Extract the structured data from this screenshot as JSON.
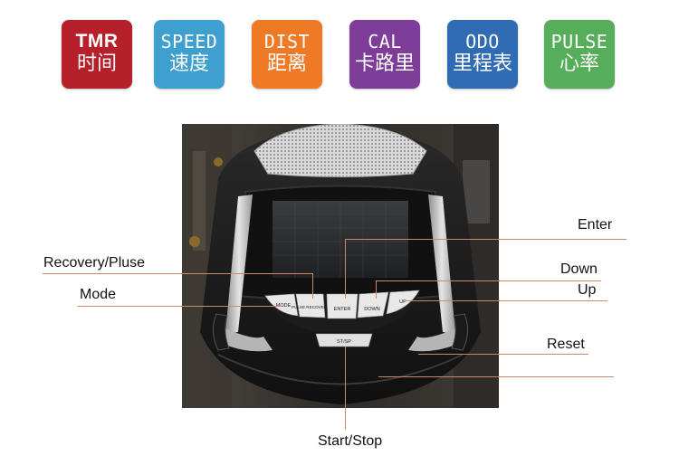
{
  "badges": [
    {
      "en": "TMR",
      "zh": "时间",
      "color": "#b5202a"
    },
    {
      "en": "SPEED",
      "zh": "速度",
      "color": "#3f9fce"
    },
    {
      "en": "DIST",
      "zh": "距离",
      "color": "#ee7a28"
    },
    {
      "en": "CAL",
      "zh": "卡路里",
      "color": "#7e3d98"
    },
    {
      "en": "ODO",
      "zh": "里程表",
      "color": "#2f6cb3"
    },
    {
      "en": "PULSE",
      "zh": "心率",
      "color": "#56ad5a"
    }
  ],
  "console_buttons": {
    "mode": "MODE",
    "pulse_recovery": "PULSE RECOVERY",
    "enter": "ENTER",
    "down": "DOWN",
    "up": "UP",
    "start_stop": "ST/SP"
  },
  "callouts": {
    "enter": "Enter",
    "recovery_pulse": "Recovery/Pluse",
    "mode": "Mode",
    "down": "Down",
    "up": "Up",
    "reset": "Reset",
    "start_stop": "Start/Stop"
  },
  "line_color": "#c98a69"
}
